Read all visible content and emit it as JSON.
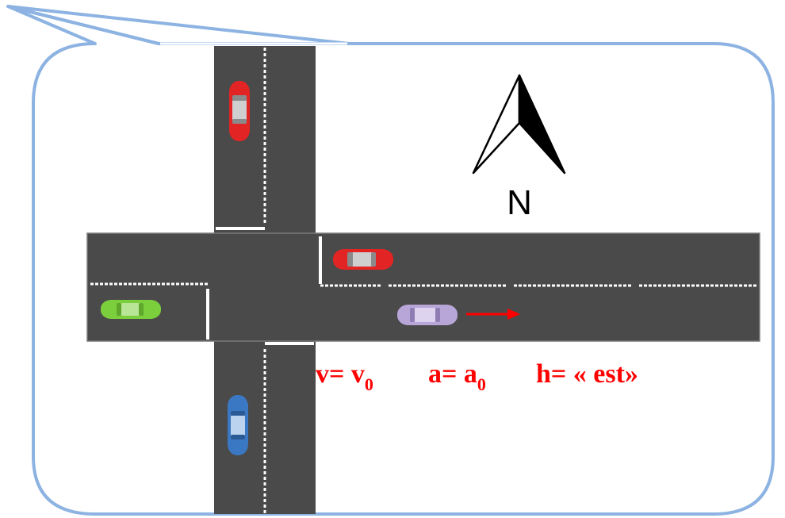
{
  "north_label": "N",
  "caption": {
    "v_label": "v= v",
    "v_sub": "0",
    "a_label": "a= a",
    "a_sub": "0",
    "h_label": "h= « est»"
  },
  "colors": {
    "bubble_border": "#8db3e2",
    "road": "#4a4a4a",
    "lane_marking": "#ffffff",
    "caption_text": "#ff0000",
    "arrow": "#ff0000",
    "car_red": "#e32424",
    "car_green": "#7ccf3c",
    "car_purple": "#b8a6d9",
    "car_blue": "#3b78c4"
  },
  "cars": [
    {
      "id": "car-red-north",
      "color": "red",
      "heading": "south"
    },
    {
      "id": "car-red-east",
      "color": "red",
      "heading": "west"
    },
    {
      "id": "car-green-west",
      "color": "green",
      "heading": "east"
    },
    {
      "id": "car-purple-east",
      "color": "purple",
      "heading": "east"
    },
    {
      "id": "car-blue-south",
      "color": "blue",
      "heading": "north"
    }
  ]
}
